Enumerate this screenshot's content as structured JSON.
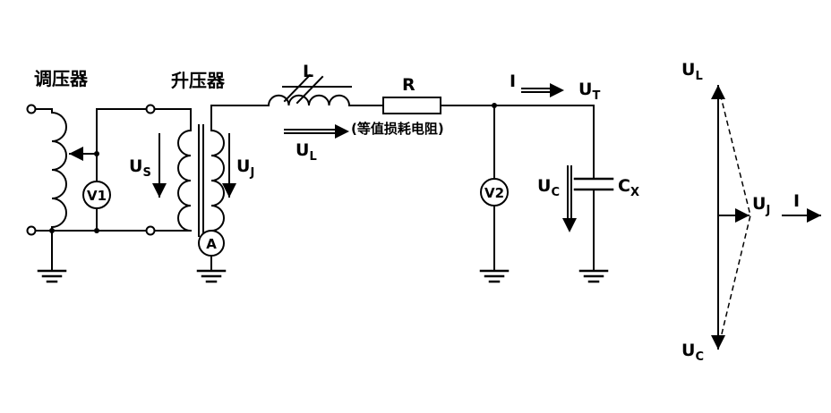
{
  "colors": {
    "ink": "#000000",
    "background": "#ffffff"
  },
  "circuit": {
    "regulator_label": "调压器",
    "booster_label": "升压器",
    "v1_label": "V1",
    "ammeter_label": "A",
    "v2_label": "V2",
    "us": {
      "main": "U",
      "sub": "S"
    },
    "uj": {
      "main": "U",
      "sub": "J"
    },
    "ul": {
      "main": "U",
      "sub": "L"
    },
    "l_label": "L",
    "r_label": "R",
    "r_note": "(等值损耗电阻)",
    "i_label": "I",
    "ut": {
      "main": "U",
      "sub": "T"
    },
    "uc": {
      "main": "U",
      "sub": "C"
    },
    "cx": {
      "main": "C",
      "sub": "X"
    }
  },
  "phasor": {
    "ul": {
      "main": "U",
      "sub": "L"
    },
    "uj": {
      "main": "U",
      "sub": "J"
    },
    "i_label": "I",
    "uc": {
      "main": "U",
      "sub": "C"
    }
  }
}
